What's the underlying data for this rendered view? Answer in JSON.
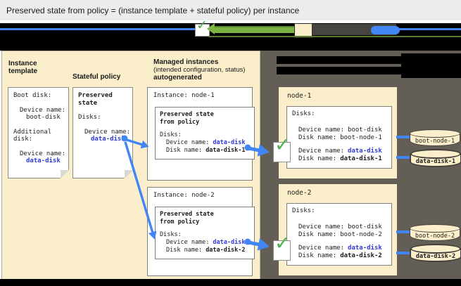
{
  "title": "Preserved state from policy = (instance template + stateful policy) per instance",
  "icons": {
    "checkmark": "✓"
  },
  "colors": {
    "cream": "#FBEFCB",
    "dark_panel": "#635E56",
    "blue_arrow": "#4285F4",
    "blue_text": "#2F3BD9",
    "green_check": "#4CAF50"
  },
  "left_panel": {
    "instance_template": {
      "heading_line1": "Instance",
      "heading_line2": "template",
      "doc": {
        "boot_disk_label": "Boot disk:",
        "device_name_label": "Device name:",
        "boot_disk_value": "boot-disk",
        "additional_line1": "Additional",
        "additional_line2": "disk:",
        "device_name_label2": "Device name:",
        "data_disk_value": "data-disk"
      }
    },
    "stateful_policy": {
      "heading": "Stateful policy",
      "doc": {
        "preserved_line1": "Preserved",
        "preserved_line2": "state",
        "disks_label": "Disks:",
        "device_name_label": "Device name:",
        "data_disk_value": "data-disk"
      }
    },
    "managed_instances": {
      "heading_line1": "Managed instances",
      "heading_line2": "(intended configuration, status)",
      "heading_line3": "autogenerated",
      "node1": {
        "instance_label": "Instance: node-1",
        "preserved_line1": "Preserved state",
        "preserved_line2": "from policy",
        "disks_label": "Disks:",
        "device_name_label": "Device name:",
        "device_name_value": "data-disk",
        "disk_name_label": "Disk name:",
        "disk_name_value": "data-disk-1"
      },
      "node2": {
        "instance_label": "Instance: node-2",
        "preserved_line1": "Preserved state",
        "preserved_line2": "from policy",
        "disks_label": "Disks:",
        "device_name_label": "Device name:",
        "device_name_value": "data-disk",
        "disk_name_label": "Disk name:",
        "disk_name_value": "data-disk-2"
      }
    }
  },
  "right_panel": {
    "node1": {
      "title": "node-1",
      "disks_label": "Disks:",
      "boot_device_label": "Device name:",
      "boot_device_value": "boot-disk",
      "boot_disk_label": "Disk name:",
      "boot_disk_value": "boot-node-1",
      "data_device_label": "Device name:",
      "data_device_value": "data-disk",
      "data_disk_label": "Disk name:",
      "data_disk_value": "data-disk-1",
      "boot_cylinder": "boot-node-1",
      "data_cylinder": "data-disk-1"
    },
    "node2": {
      "title": "node-2",
      "disks_label": "Disks:",
      "boot_device_label": "Device name:",
      "boot_device_value": "boot-disk",
      "boot_disk_label": "Disk name:",
      "boot_disk_value": "boot-node-2",
      "data_device_label": "Device name:",
      "data_device_value": "data-disk",
      "data_disk_label": "Disk name:",
      "data_disk_value": "data-disk-2",
      "boot_cylinder": "boot-node-2",
      "data_cylinder": "data-disk-2"
    }
  }
}
